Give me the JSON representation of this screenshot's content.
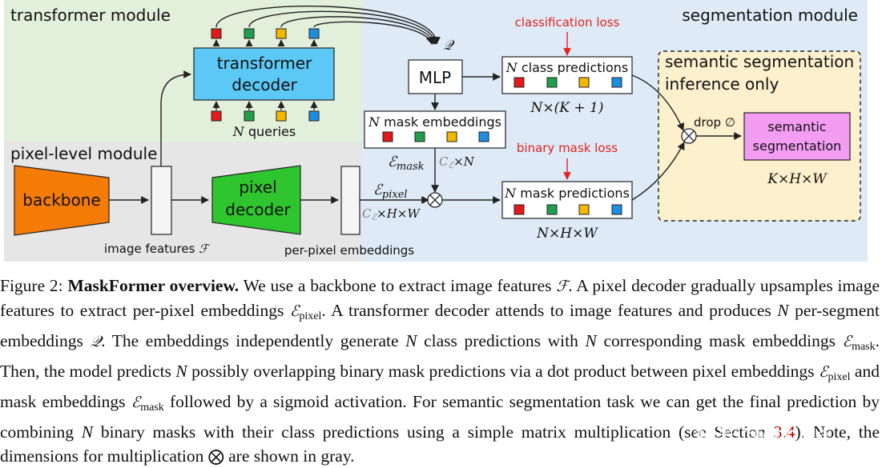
{
  "diagram": {
    "modules": {
      "transformer": "transformer module",
      "pixel_level": "pixel-level module",
      "segmentation": "segmentation module"
    },
    "blocks": {
      "transformer_decoder": [
        "transformer",
        "decoder"
      ],
      "backbone": "backbone",
      "pixel_decoder": [
        "pixel",
        "decoder"
      ],
      "mlp": "MLP",
      "semantic_segmentation": [
        "semantic",
        "segmentation"
      ],
      "inference_box": [
        "semantic segmentation",
        "inference only"
      ]
    },
    "labels": {
      "queries_n": "N",
      "queries": " queries",
      "q_symbol": "𝒬",
      "image_features": "image features",
      "image_features_sym": "ℱ",
      "per_pixel_embeddings": "per-pixel embeddings",
      "e_pixel": "ℰ",
      "e_pixel_sub": "pixel",
      "e_mask": "ℰ",
      "e_mask_sub": "mask",
      "dim_mask": "C",
      "dim_mask_sub": "ℰ",
      "dim_mask_rest": "×N",
      "dim_pixel": "C",
      "dim_pixel_sub": "ℰ",
      "dim_pixel_rest": "×H×W",
      "mask_embeddings_n": "N",
      "mask_embeddings": " mask embeddings",
      "class_predictions_n": "N",
      "class_predictions": " class predictions",
      "mask_predictions_n": "N",
      "mask_predictions": " mask predictions",
      "class_dims": "N×(K + 1)",
      "mask_dims": "N×H×W",
      "classification_loss": "classification loss",
      "binary_mask_loss": "binary mask loss",
      "drop": "drop ∅",
      "output_dims": "K×H×W"
    },
    "colors": {
      "transformer_bg": "#e2efda",
      "pixel_bg": "#e7e6e6",
      "segmentation_bg": "#deebf7",
      "decoder_fill": "#5bc8f5",
      "backbone_fill": "#f47b06",
      "pixel_decoder_fill": "#2ec52e",
      "inference_bg": "#fdf0cc",
      "semantic_fill": "#f29cf2",
      "query_colors": [
        "#e31a1c",
        "#1f9e4b",
        "#f5b800",
        "#1e8fe0"
      ],
      "loss_text": "#e32221"
    }
  },
  "caption": {
    "figure": "Figure 2:",
    "title": "MaskFormer overview.",
    "t1": " We use a backbone to extract image features ",
    "s_F": "ℱ",
    "t2": ". A pixel decoder gradually upsamples image features to extract per-pixel embeddings ",
    "s_E1": "ℰ",
    "sub_pixel1": "pixel",
    "t3": ". A transformer decoder attends to image features and produces ",
    "s_N1": "N",
    "t4": " per-segment embeddings ",
    "s_Q": "𝒬",
    "t5": ". The embeddings independently generate ",
    "s_N2": "N",
    "t6": " class predictions with ",
    "s_N3": "N",
    "t7": " corresponding mask embeddings ",
    "s_E2": "ℰ",
    "sub_mask1": "mask",
    "t8": ". Then, the model predicts ",
    "s_N4": "N",
    "t9": " possibly overlapping binary mask predictions via a dot product between pixel embeddings ",
    "s_E3": "ℰ",
    "sub_pixel2": "pixel",
    "t10": " and mask embeddings ",
    "s_E4": "ℰ",
    "sub_mask2": "mask",
    "t11": " followed by a sigmoid activation. For semantic segmentation task we can get the final prediction by combining ",
    "s_N5": "N",
    "t12": " binary masks with their class predictions using a simple matrix multiplication (see Section ",
    "ref": "3.4",
    "t13": "). Note, the dimensions for multiplication ",
    "otimes": "⨂",
    "t14": " are shown in gray."
  },
  "watermark": "知乎 @cookie"
}
